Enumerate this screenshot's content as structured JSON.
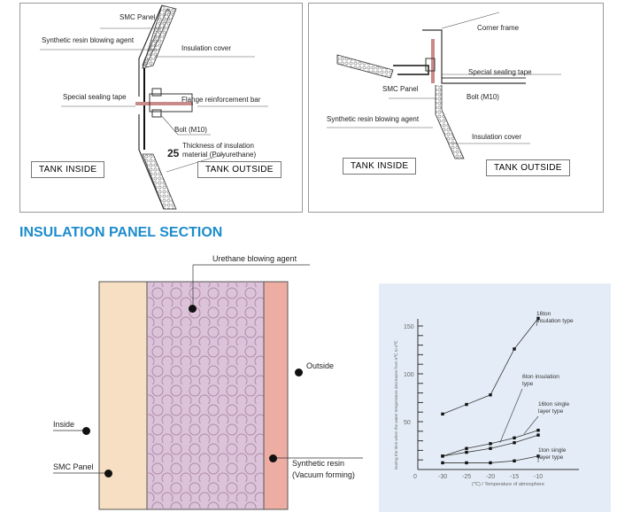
{
  "detail1": {
    "labels": {
      "smc_panel": "SMC Panel",
      "resin_agent": "Synthetic resin blowing agent",
      "insulation_cover": "Insulation cover",
      "sealing_tape": "Special sealing tape",
      "flange_bar": "Flange reinforcement bar",
      "bolt": "Bolt (M10)",
      "thickness_value": "25",
      "thickness_line1": "Thickness of insulation",
      "thickness_line2": "material (Polyurethane)"
    },
    "tank_inside": "TANK INSIDE",
    "tank_outside": "TANK OUTSIDE"
  },
  "detail2": {
    "labels": {
      "corner_frame": "Corner frame",
      "sealing_tape": "Special sealing tape",
      "smc_panel": "SMC Panel",
      "bolt": "Bolt (M10)",
      "resin_agent": "Synthetic resin blowing agent",
      "insulation_cover": "Insulation cover"
    },
    "tank_inside": "TANK INSIDE",
    "tank_outside": "TANK OUTSIDE"
  },
  "section_title": "INSULATION PANEL SECTION",
  "section": {
    "urethane": "Urethane blowing agent",
    "outside": "Outside",
    "inside": "Inside",
    "smc_panel": "SMC Panel",
    "resin_line1": "Synthetic resin",
    "resin_line2": "(Vacuum forming)",
    "colors": {
      "smc": "#f6dfc2",
      "foam": "#dcc3da",
      "resin": "#eeada2",
      "chart_bg": "#e4edf7",
      "title": "#1d8ccb"
    }
  },
  "chart_data": {
    "type": "line",
    "title": "",
    "xlabel": "(℃) / Temperature of atmosphere",
    "ylabel": "During the time when the water temperature decreases from 5℃ to 0℃",
    "x": [
      -30,
      -25,
      -20,
      -15,
      -10
    ],
    "x_ticks": [
      "0",
      "-30",
      "-25",
      "-20",
      "-15",
      "-10"
    ],
    "y_ticks": [
      "50",
      "100",
      "150"
    ],
    "ylim": [
      0,
      160
    ],
    "series": [
      {
        "name": "16ton insulation type",
        "line1": "16ton",
        "line2": "insulation type",
        "values": [
          58,
          68,
          78,
          126,
          158
        ]
      },
      {
        "name": "6ton insulation type",
        "line1": "6ton insulation",
        "line2": "type",
        "values": [
          14,
          22,
          27,
          33,
          41
        ]
      },
      {
        "name": "16ton single layer type",
        "line1": "16ton single",
        "line2": "layer type",
        "values": [
          14,
          18,
          22,
          28,
          36
        ]
      },
      {
        "name": "1ton single layer type",
        "line1": "1ton single",
        "line2": "layer type",
        "values": [
          7,
          7,
          7,
          9,
          14
        ]
      }
    ]
  }
}
